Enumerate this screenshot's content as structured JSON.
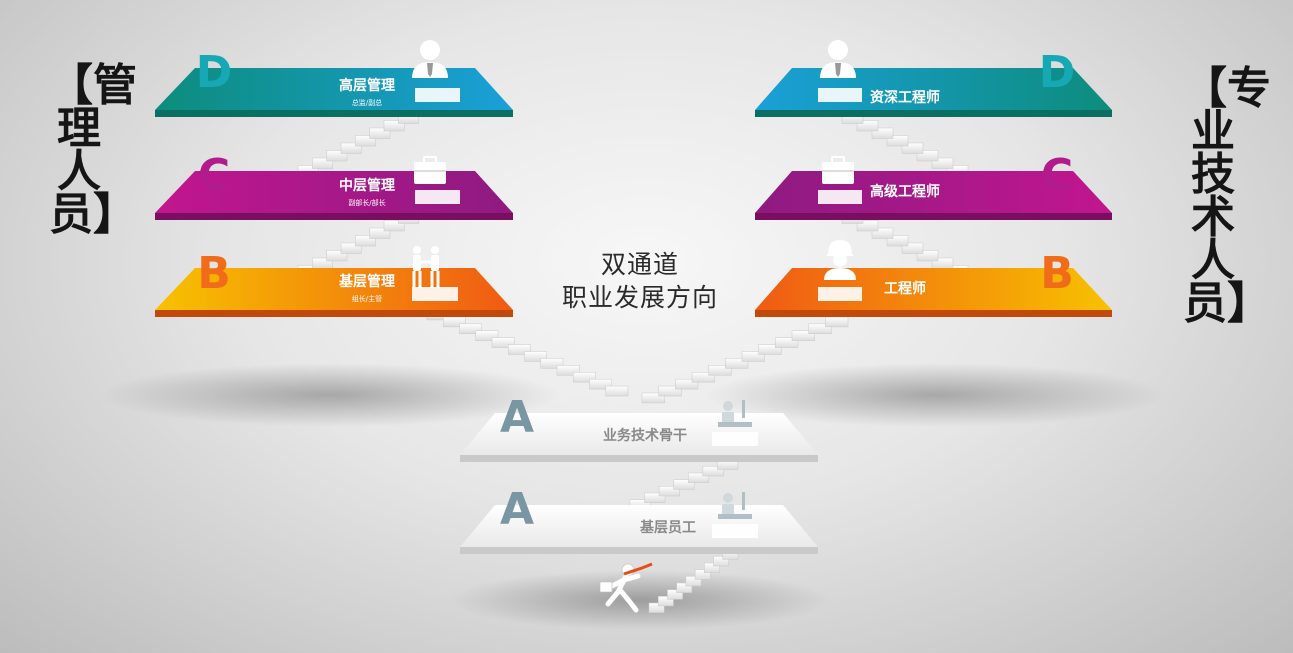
{
  "left_group": {
    "title": "【管理人员】"
  },
  "right_group": {
    "title": "【专业技术人员】"
  },
  "center_title": {
    "line1": "双通道",
    "line2": "职业发展方向"
  },
  "colors": {
    "level_d": [
      "#0d8c7c",
      "#1aa0d8"
    ],
    "level_c": [
      "#c2168f",
      "#8e1a82"
    ],
    "level_b": [
      "#f7c200",
      "#f05a14"
    ],
    "level_a": [
      "#ffffff",
      "#e9e9e9"
    ]
  },
  "management_track": [
    {
      "level": "D",
      "title": "高层管理",
      "subtitle": "总监/副总",
      "icon": "manager-person-icon"
    },
    {
      "level": "C",
      "title": "中层管理",
      "subtitle": "副部长/部长",
      "icon": "briefcase-icon"
    },
    {
      "level": "B",
      "title": "基层管理",
      "subtitle": "组长/主管",
      "icon": "handshake-people-icon"
    }
  ],
  "technical_track": [
    {
      "level": "D",
      "title": "资深工程师",
      "icon": "manager-person-icon"
    },
    {
      "level": "C",
      "title": "高级工程师",
      "icon": "briefcase-icon"
    },
    {
      "level": "B",
      "title": "工程师",
      "icon": "hardhat-worker-icon"
    }
  ],
  "shared_levels": [
    {
      "level": "A",
      "title": "业务技术骨干",
      "icon": "desk-worker-icon"
    },
    {
      "level": "A",
      "title": "基层员工",
      "icon": "desk-worker-icon"
    }
  ],
  "start_icon": "running-person-icon"
}
